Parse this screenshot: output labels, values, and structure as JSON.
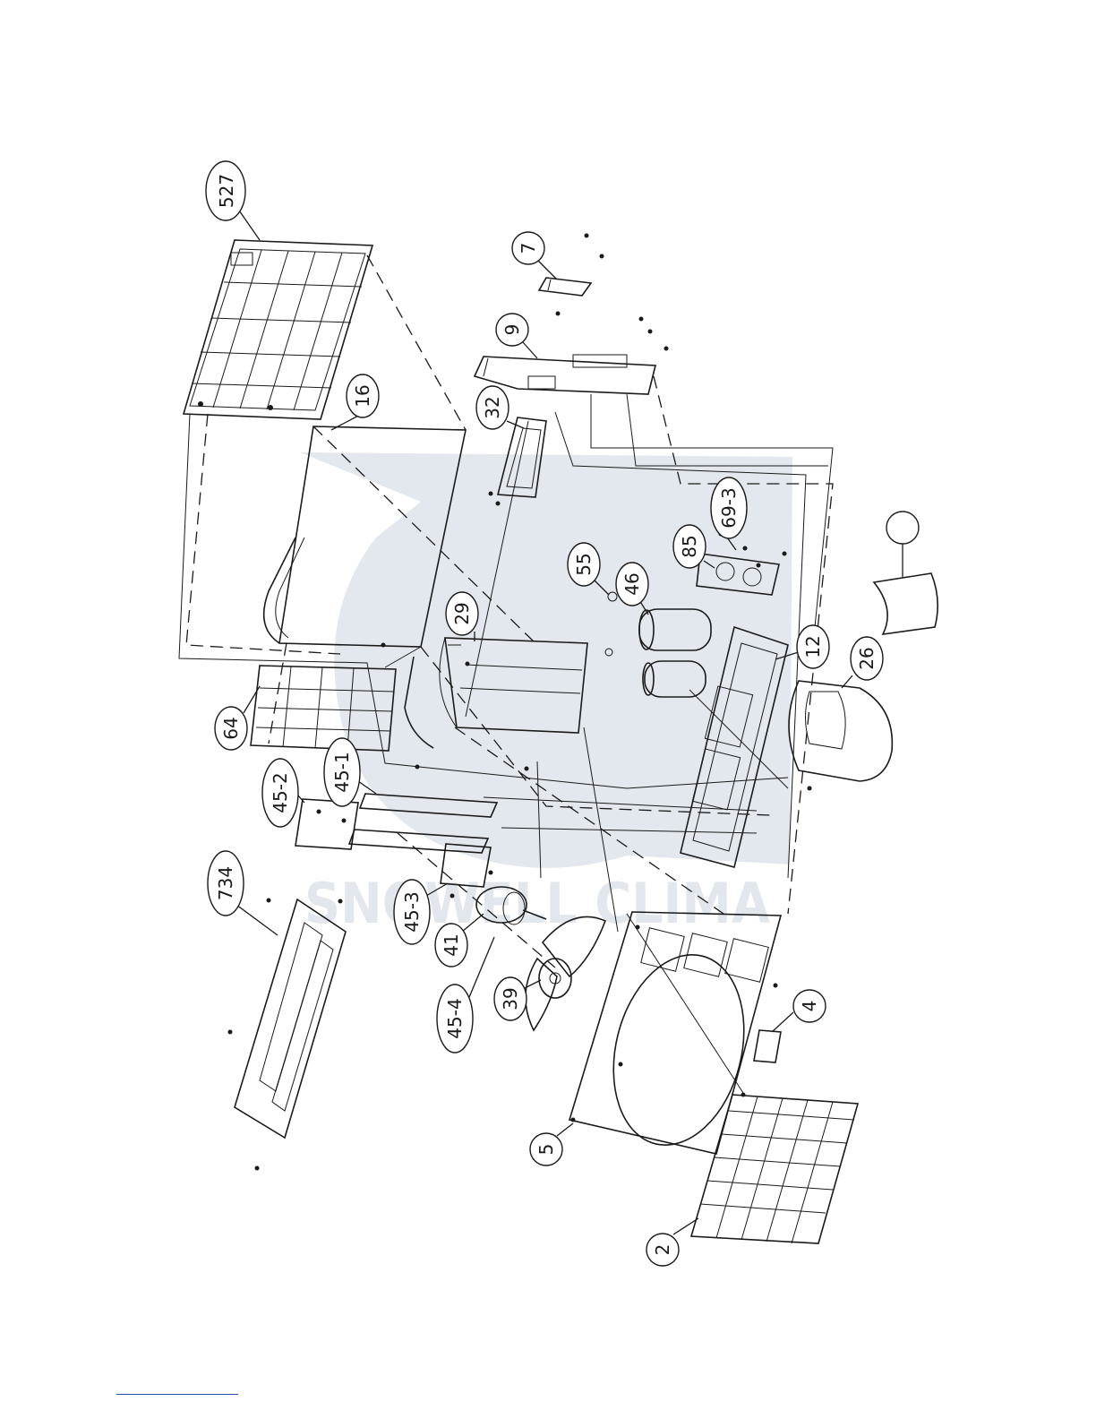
{
  "watermark": {
    "text": "SNOWELL CLIMA",
    "color": "#294a7a"
  },
  "callouts": [
    {
      "id": "c-527",
      "label": "527"
    },
    {
      "id": "c-7",
      "label": "7"
    },
    {
      "id": "c-9",
      "label": "9"
    },
    {
      "id": "c-16",
      "label": "16"
    },
    {
      "id": "c-32",
      "label": "32"
    },
    {
      "id": "c-69-3",
      "label": "69-3"
    },
    {
      "id": "c-85",
      "label": "85"
    },
    {
      "id": "c-55",
      "label": "55"
    },
    {
      "id": "c-46",
      "label": "46"
    },
    {
      "id": "c-29",
      "label": "29"
    },
    {
      "id": "c-12",
      "label": "12"
    },
    {
      "id": "c-26",
      "label": "26"
    },
    {
      "id": "c-blank",
      "label": ""
    },
    {
      "id": "c-64",
      "label": "64"
    },
    {
      "id": "c-45-2",
      "label": "45-2"
    },
    {
      "id": "c-45-1",
      "label": "45-1"
    },
    {
      "id": "c-734",
      "label": "734"
    },
    {
      "id": "c-45-3",
      "label": "45-3"
    },
    {
      "id": "c-41",
      "label": "41"
    },
    {
      "id": "c-45-4",
      "label": "45-4"
    },
    {
      "id": "c-39",
      "label": "39"
    },
    {
      "id": "c-4",
      "label": "4"
    },
    {
      "id": "c-5",
      "label": "5"
    },
    {
      "id": "c-2",
      "label": "2"
    }
  ]
}
